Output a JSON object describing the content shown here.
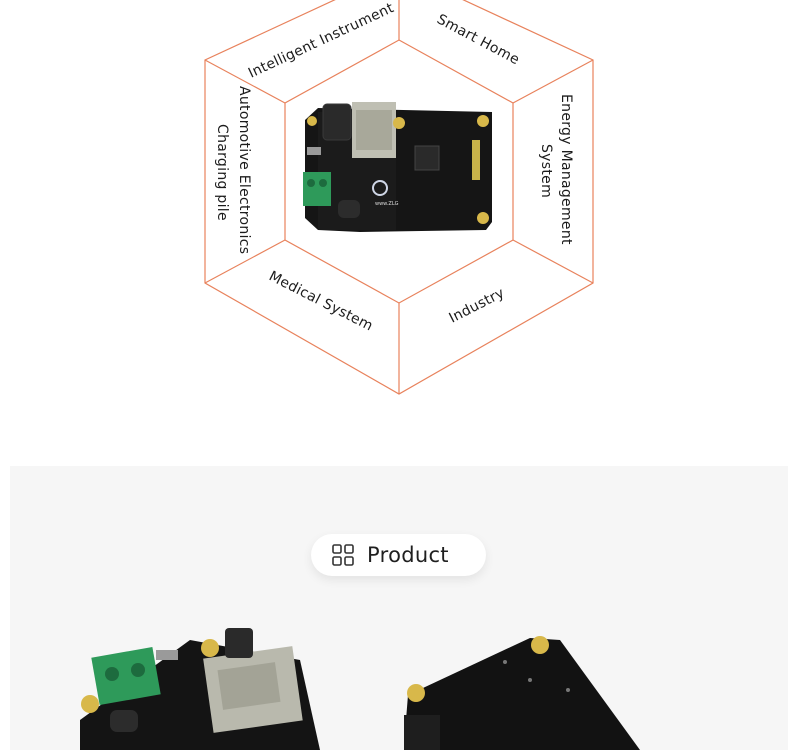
{
  "diagram": {
    "segments": [
      {
        "id": "top-left",
        "lines": [
          "Intelligent Instrument"
        ]
      },
      {
        "id": "top-right",
        "lines": [
          "Smart Home"
        ]
      },
      {
        "id": "right",
        "lines": [
          "Energy Management",
          "System"
        ]
      },
      {
        "id": "bottom-right",
        "lines": [
          "Industry"
        ]
      },
      {
        "id": "bottom-left",
        "lines": [
          "Medical System"
        ]
      },
      {
        "id": "left",
        "lines": [
          "Automotive Electronics",
          "Charging pile"
        ]
      }
    ],
    "colors": {
      "outline": "#e8825c",
      "label": "#1c1c1c"
    }
  },
  "product_section": {
    "title": "Product",
    "icon": "grid-squares-icon"
  },
  "board": {
    "silkscreen": "www.ZLG"
  }
}
